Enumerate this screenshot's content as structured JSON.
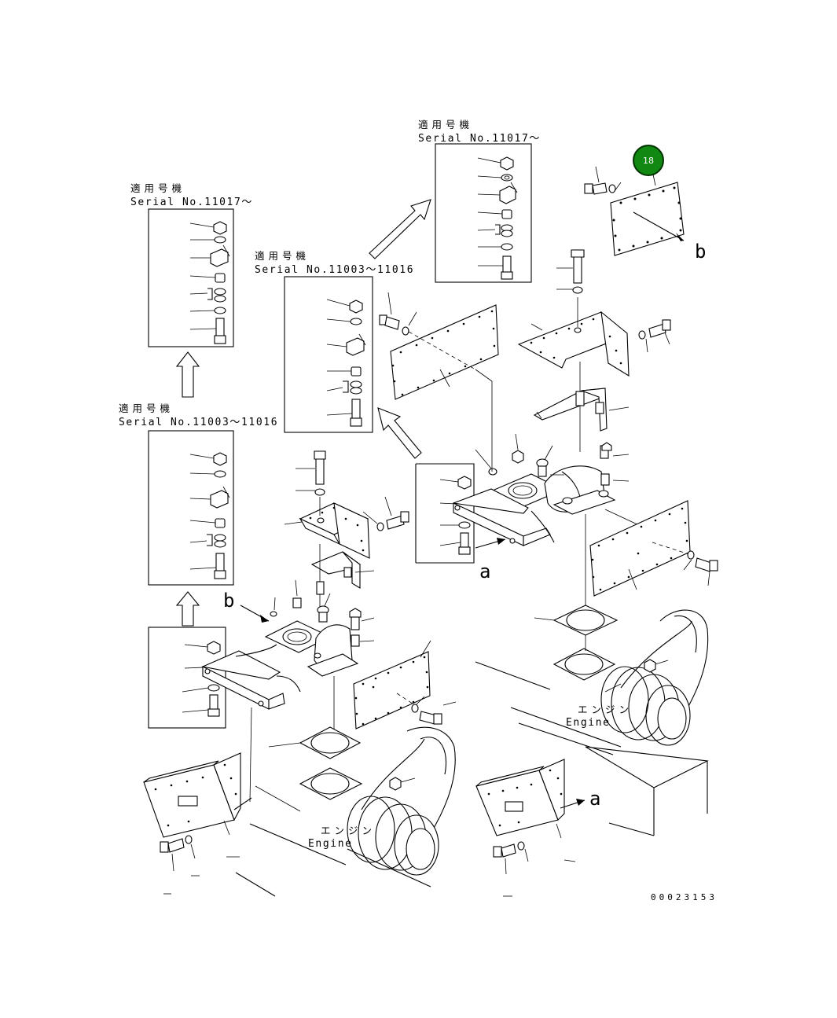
{
  "labels": {
    "serial_jp": "適用号機",
    "serial_11017": "Serial No.11017～",
    "serial_11003": "Serial No.11003～11016",
    "engine_jp": "エンジン",
    "engine_en": "Engine",
    "ref_a": "a",
    "ref_b": "b",
    "drawing_number": "00023153"
  },
  "callout": {
    "number": "18",
    "fill": "#118811",
    "ring": "#003300"
  }
}
